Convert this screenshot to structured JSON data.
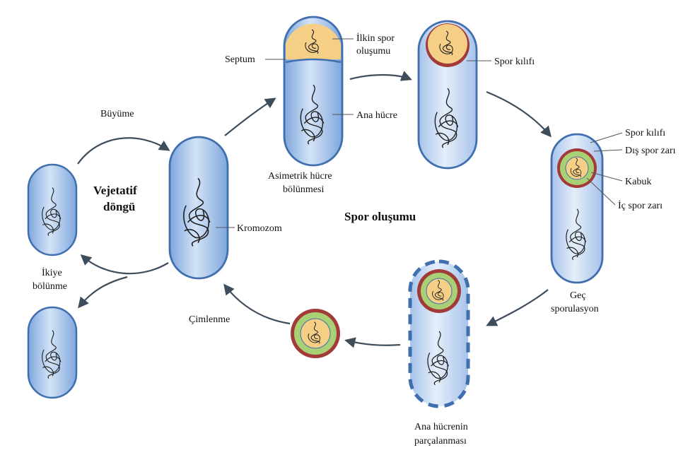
{
  "labels": {
    "septum": "Septum",
    "ilkin_spor_1": "İlkin spor",
    "ilkin_spor_2": "oluşumu",
    "spor_kilifi_top": "Spor kılıfı",
    "ana_hucre": "Ana hücre",
    "asimetrik_1": "Asimetrik hücre",
    "asimetrik_2": "bölünmesi",
    "buyume": "Büyüme",
    "vejetatif_1": "Vejetatif",
    "vejetatif_2": "döngü",
    "kromozom": "Kromozom",
    "spor_olusumu": "Spor oluşumu",
    "spor_kilifi_right": "Spor kılıfı",
    "dis_spor_zari": "Dış spor zarı",
    "kabuk": "Kabuk",
    "ic_spor_zari": "İç spor zarı",
    "gec_1": "Geç",
    "gec_2": "sporulasyon",
    "ikiye_1": "İkiye",
    "ikiye_2": "bölünme",
    "cimlenme": "Çimlenme",
    "parcalanma_1": "Ana hücrenin",
    "parcalanma_2": "parçalanması"
  },
  "colors": {
    "cell_fill": "#a9c6ec",
    "cell_stroke": "#3f6fae",
    "forespore_fill": "#f6cf86",
    "spore_coat": "#a23a3a",
    "cortex": "#a9d074",
    "arrow": "#3e4d5c"
  }
}
